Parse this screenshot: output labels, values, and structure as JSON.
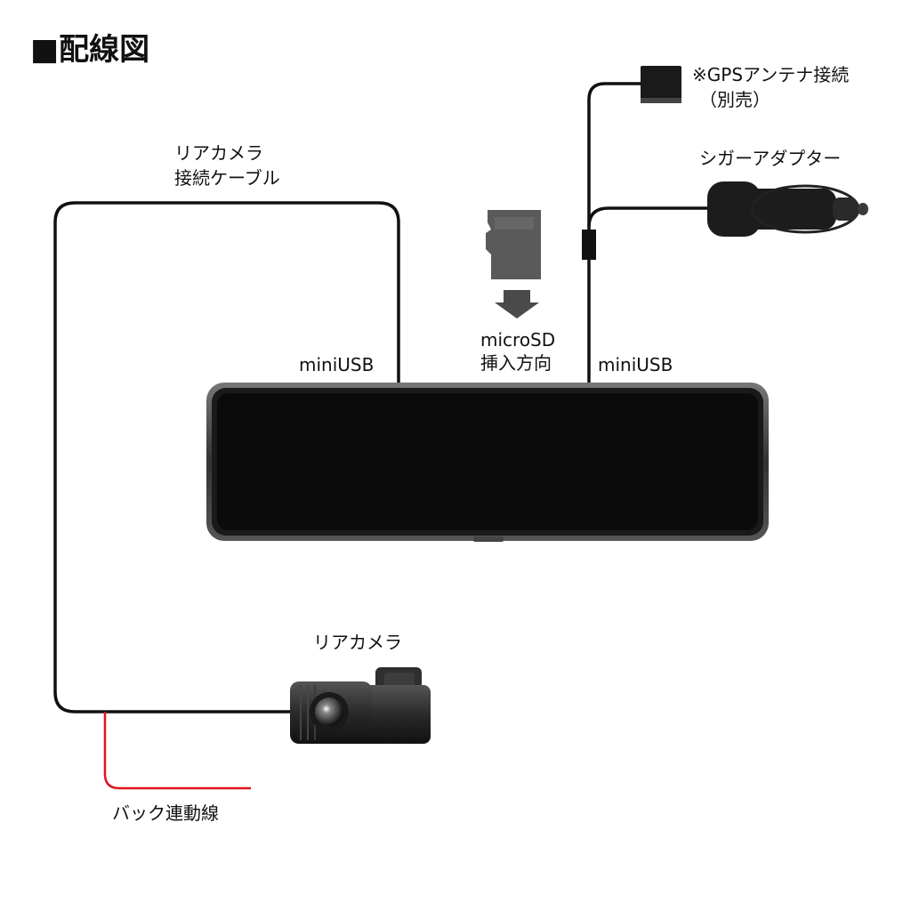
{
  "title": "■配線図",
  "labels": {
    "rear_cable_line1": "リアカメラ",
    "rear_cable_line2": "接続ケーブル",
    "gps_line1": "※GPSアンテナ接続",
    "gps_line2": "（別売）",
    "cigar_adapter": "シガーアダプター",
    "microsd_line1": "microSD",
    "microsd_line2": "挿入方向",
    "miniusb_left": "miniUSB",
    "miniusb_right": "miniUSB",
    "rear_camera": "リアカメラ",
    "reverse_wire": "バック連動線"
  },
  "colors": {
    "cable": "#111111",
    "reverse_wire": "#e0141e",
    "mirror_body": "#1a1a1a",
    "sd_card": "#5a5a5a"
  },
  "icons": [
    "microsd-card-icon",
    "down-arrow-icon",
    "gps-antenna-icon",
    "cigar-adapter-icon",
    "rear-camera-icon",
    "mirror-dashcam-icon"
  ]
}
